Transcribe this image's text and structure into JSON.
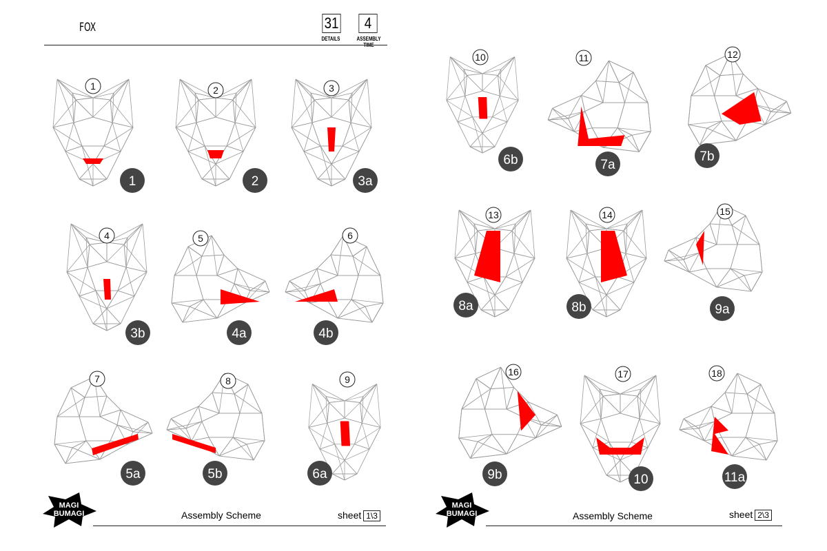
{
  "header": {
    "title": "FOX",
    "details_count": "31",
    "details_label": "DETAILS",
    "time_value": "4",
    "time_label": "ASSEMBLY TIME"
  },
  "pages": [
    {
      "footer_title": "Assembly Scheme",
      "sheet_label": "sheet",
      "sheet_number": "1\\3",
      "logo_text": [
        "MAGI",
        "BUMAGI"
      ]
    },
    {
      "footer_title": "Assembly Scheme",
      "sheet_label": "sheet",
      "sheet_number": "2\\3",
      "logo_text": [
        "MAGI",
        "BUMAGI"
      ]
    }
  ],
  "colors": {
    "highlight": "#ff0000",
    "badge": "#444444",
    "wire": "#9a9a9a"
  },
  "steps": [
    {
      "step": "1",
      "part": "1"
    },
    {
      "step": "2",
      "part": "2"
    },
    {
      "step": "3",
      "part": "3a"
    },
    {
      "step": "4",
      "part": "3b"
    },
    {
      "step": "5",
      "part": "4a"
    },
    {
      "step": "6",
      "part": "4b"
    },
    {
      "step": "7",
      "part": "5a"
    },
    {
      "step": "8",
      "part": "5b"
    },
    {
      "step": "9",
      "part": "6a"
    },
    {
      "step": "10",
      "part": "6b"
    },
    {
      "step": "11",
      "part": "7a"
    },
    {
      "step": "12",
      "part": "7b"
    },
    {
      "step": "13",
      "part": "8a"
    },
    {
      "step": "14",
      "part": "8b"
    },
    {
      "step": "15",
      "part": "9a"
    },
    {
      "step": "16",
      "part": "9b"
    },
    {
      "step": "17",
      "part": "10"
    },
    {
      "step": "18",
      "part": "11a"
    }
  ]
}
